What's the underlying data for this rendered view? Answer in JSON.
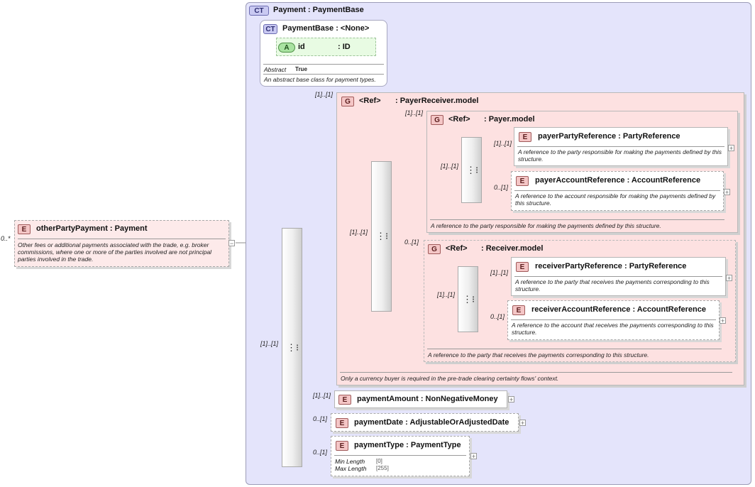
{
  "root": {
    "badge": "E",
    "title": "otherPartyPayment : Payment",
    "card": "0..*",
    "collapse": "−",
    "desc": "Other fees or additional payments associated with the trade, e.g. broker commissions, where one or more of the parties involved are not principal parties involved in the trade."
  },
  "payment": {
    "badge": "CT",
    "title": "Payment : PaymentBase"
  },
  "base": {
    "badge": "CT",
    "title": "PaymentBase : <None>",
    "attr": {
      "badge": "A",
      "name": "id",
      "type": ": ID"
    },
    "abstract_label": "Abstract",
    "abstract_value": "True",
    "desc": "An abstract base class for payment types."
  },
  "seq_cards": {
    "outer_base": "[1]..[1]",
    "main": "[1]..[1]"
  },
  "payer_receiver": {
    "badge": "G",
    "ref": "<Ref>",
    "name": ": PayerReceiver.model",
    "card": "[1]..[1]",
    "seq_card": "[1]..[1]",
    "desc": "Only a currency buyer is required in the pre-trade clearing certainty flows' context."
  },
  "payer": {
    "badge": "G",
    "ref": "<Ref>",
    "name": ": Payer.model",
    "card": "[1]..[1]",
    "seq_card": "[1]..[1]",
    "desc": "A reference to the party responsible for making the payments defined by this structure.",
    "items": [
      {
        "badge": "E",
        "title": "payerPartyReference : PartyReference",
        "card": "[1]..[1]",
        "plus": "+",
        "desc": "A reference to the party responsible for making the payments defined by this structure."
      },
      {
        "badge": "E",
        "title": "payerAccountReference : AccountReference",
        "card": "0..[1]",
        "plus": "+",
        "desc": "A reference to the account responsible for making the payments defined by this structure."
      }
    ]
  },
  "receiver": {
    "badge": "G",
    "ref": "<Ref>",
    "name": ": Receiver.model",
    "card": "0..[1]",
    "seq_card": "[1]..[1]",
    "desc": "A reference to the party that receives the payments corresponding to this structure.",
    "items": [
      {
        "badge": "E",
        "title": "receiverPartyReference : PartyReference",
        "card": "[1]..[1]",
        "plus": "+",
        "desc": "A reference to the party that receives the payments corresponding to this structure."
      },
      {
        "badge": "E",
        "title": "receiverAccountReference : AccountReference",
        "card": "0..[1]",
        "plus": "+",
        "desc": "A reference to the account that receives the payments corresponding to this structure."
      }
    ]
  },
  "bottom": [
    {
      "badge": "E",
      "title": "paymentAmount : NonNegativeMoney",
      "card": "[1]..[1]",
      "plus": "+"
    },
    {
      "badge": "E",
      "title": "paymentDate : AdjustableOrAdjustedDate",
      "card": "0..[1]",
      "plus": "+"
    },
    {
      "badge": "E",
      "title": "paymentType : PaymentType",
      "card": "0..[1]",
      "plus": "+",
      "facets": [
        {
          "label": "Min Length",
          "value": "[0]"
        },
        {
          "label": "Max Length",
          "value": "[255]"
        }
      ]
    }
  ],
  "icons": {
    "sequence": "sequence-compositor-icon",
    "complex_type": "complex-type-icon",
    "attribute": "attribute-icon"
  }
}
